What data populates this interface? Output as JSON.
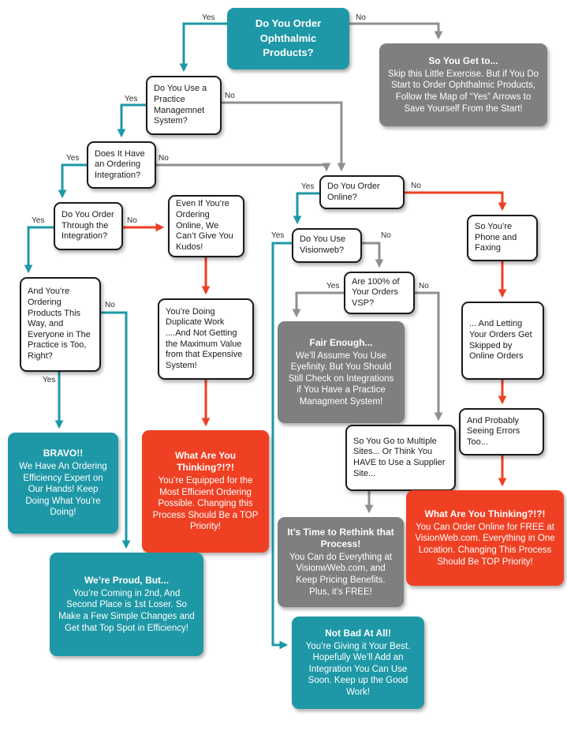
{
  "colors": {
    "teal": "#1E98A6",
    "gray": "#7F7F7F",
    "orange": "#EF4023",
    "arrow_gray": "#8F8F8F",
    "text_dark": "#1A1A1A"
  },
  "nodes": {
    "start": {
      "text": "Do You Order Ophthalmic Products?"
    },
    "skip": {
      "title": "So You Get to...",
      "body": "Skip this Little Exercise. But if You Do Start to Order Ophthalmic Products, Follow the Map of “Yes” Arrows to Save Yourself From the Start!"
    },
    "pms": {
      "text": "Do You Use a Practice Managemnet System?"
    },
    "integration": {
      "text": "Does It Have an Ordering Integration?"
    },
    "order_through": {
      "text": "Do You Order Through the Integration?"
    },
    "everyone": {
      "text": "And You’re Ordering Products This Way, and Everyone in The Practice is Too, Right?"
    },
    "bravo": {
      "title": "BRAVO!!",
      "body": "We Have An Ordering Efficiency Expert on Our Hands! Keep Doing What You’re Doing!"
    },
    "kudos": {
      "text": "Even If You’re Ordering Online, We Can’t Give You Kudos!"
    },
    "duplicate": {
      "text": "You’re Doing Duplicate Work ....And Not Getting the Maximum Value from that Expensive System!"
    },
    "thinking1": {
      "title": "What Are You Thinking?!?!",
      "body": "You’re Equipped for the Most Efficient Ordering Possible. Changing this Process Should Be a TOP Priority!"
    },
    "proud": {
      "title": "We’re Proud, But...",
      "body": "You’re Coming in 2nd, And Second Place is 1st Loser. So Make a Few Simple Changes and Get that Top Spot in Efficiency!"
    },
    "online": {
      "text": "Do You Order Online?"
    },
    "visionweb": {
      "text": "Do You Use Visionweb?"
    },
    "vsp": {
      "text": "Are 100% of Your Orders VSP?"
    },
    "fair": {
      "title": "Fair Enough...",
      "body": "We’ll Assume You Use Eyefinity. But You Should Still Check on Integrations if You Have a Practice Managment System!"
    },
    "phone_fax": {
      "text": "So You’re Phone and Faxing"
    },
    "skipped": {
      "text": "... And Letting Your Orders Get Skipped by Online Orders"
    },
    "errors": {
      "text": "And Probably Seeing Errors Too..."
    },
    "multiple_sites": {
      "text": "So You Go to Multiple Sites... Or Think You HAVE to Use a Supplier Site..."
    },
    "rethink": {
      "title": "It’s Time to Rethink that Process!",
      "body": "You Can do Everything at VisionwWeb.com, and Keep Pricing Benefits. Plus, it’s FREE!"
    },
    "thinking2": {
      "title": "What Are You Thinking?!?!",
      "body": "You Can Order Online for FREE at VisionWeb.com. Everything in One Location. Changing This Process Should Be TOP Priority!"
    },
    "notbad": {
      "title": "Not Bad At All!",
      "body": "You’re Giving it Your Best. Hopefully We’ll Add an Integration You Can Use Soon. Keep up the Good Work!"
    }
  },
  "edges": [
    {
      "from": "start",
      "to": "pms",
      "label": "Yes",
      "color": "teal"
    },
    {
      "from": "start",
      "to": "skip",
      "label": "No",
      "color": "gray"
    },
    {
      "from": "pms",
      "to": "integration",
      "label": "Yes",
      "color": "teal"
    },
    {
      "from": "pms",
      "to": "online",
      "label": "No",
      "color": "gray"
    },
    {
      "from": "integration",
      "to": "order_through",
      "label": "Yes",
      "color": "teal"
    },
    {
      "from": "integration",
      "to": "online",
      "label": "No",
      "color": "gray"
    },
    {
      "from": "order_through",
      "to": "everyone",
      "label": "Yes",
      "color": "teal"
    },
    {
      "from": "order_through",
      "to": "kudos",
      "label": "No",
      "color": "orange"
    },
    {
      "from": "everyone",
      "to": "bravo",
      "label": "Yes",
      "color": "teal"
    },
    {
      "from": "everyone",
      "to": "proud",
      "label": "No",
      "color": "teal"
    },
    {
      "from": "online",
      "to": "visionweb",
      "label": "Yes",
      "color": "teal"
    },
    {
      "from": "online",
      "to": "phone_fax",
      "label": "No",
      "color": "orange"
    },
    {
      "from": "visionweb",
      "to": "notbad",
      "label": "Yes",
      "color": "teal"
    },
    {
      "from": "visionweb",
      "to": "vsp",
      "label": "No",
      "color": "gray"
    },
    {
      "from": "vsp",
      "to": "fair",
      "label": "Yes",
      "color": "gray"
    },
    {
      "from": "vsp",
      "to": "multiple_sites",
      "label": "No",
      "color": "gray"
    },
    {
      "from": "kudos",
      "to": "duplicate",
      "label": "",
      "color": "orange"
    },
    {
      "from": "duplicate",
      "to": "thinking1",
      "label": "",
      "color": "orange"
    },
    {
      "from": "phone_fax",
      "to": "skipped",
      "label": "",
      "color": "orange"
    },
    {
      "from": "skipped",
      "to": "errors",
      "label": "",
      "color": "orange"
    },
    {
      "from": "errors",
      "to": "thinking2",
      "label": "",
      "color": "orange"
    },
    {
      "from": "multiple_sites",
      "to": "rethink",
      "label": "",
      "color": "gray"
    }
  ]
}
